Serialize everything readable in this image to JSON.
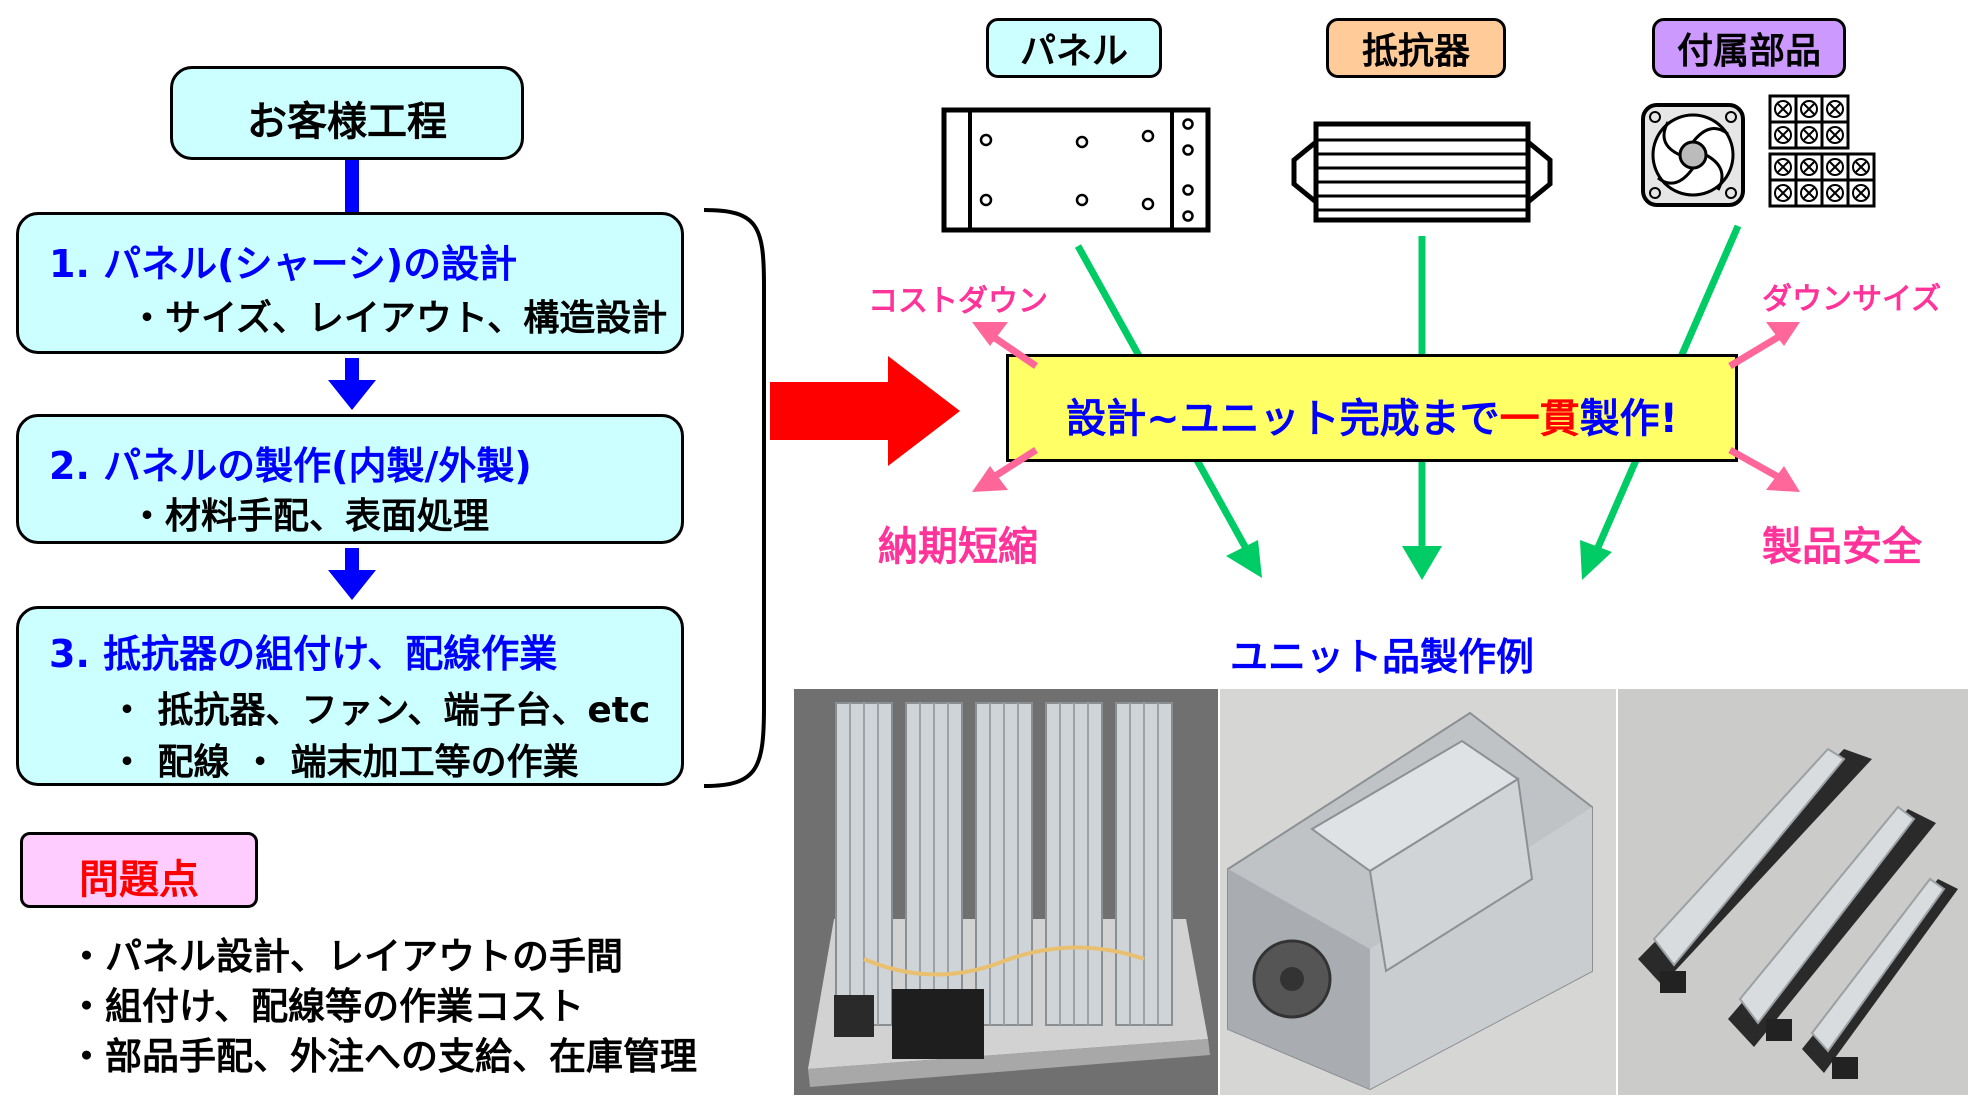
{
  "process": {
    "title": "お客様工程",
    "steps": [
      {
        "heading": "1. パネル(シャーシ)の設計",
        "details": [
          "・サイズ、レイアウト、構造設計"
        ]
      },
      {
        "heading": "2. パネルの製作(内製/外製)",
        "details": [
          "・材料手配、表面処理"
        ]
      },
      {
        "heading": "3. 抵抗器の組付け、配線作業",
        "details": [
          "・ 抵抗器、ファン、端子台、etc",
          "・ 配線 ・ 端末加工等の作業"
        ]
      }
    ]
  },
  "issues": {
    "title": "問題点",
    "items": [
      "・パネル設計、レイアウトの手間",
      "・組付け、配線等の作業コスト",
      "・部品手配、外注への支給、在庫管理"
    ]
  },
  "components": [
    {
      "label": "パネル",
      "color": "#ccffff"
    },
    {
      "label": "抵抗器",
      "color": "#ffcc99"
    },
    {
      "label": "付属部品",
      "color": "#cc99ff"
    }
  ],
  "banner": {
    "prefix": "設計~ユニット完成まで",
    "highlight": "一貫",
    "suffix": "製作!"
  },
  "benefits": {
    "top_left": "コストダウン",
    "top_right": "ダウンサイズ",
    "bottom_left": "納期短縮",
    "bottom_right": "製品安全"
  },
  "examples_title": "ユニット品製作例",
  "colors": {
    "step_text": "#0000ff",
    "box_fill": "#ccffff",
    "banner_fill": "#ffff66",
    "big_arrow": "#ff0000",
    "green_arrow": "#00cc66",
    "pink": "#ff3399",
    "highlight": "#ff0000"
  }
}
